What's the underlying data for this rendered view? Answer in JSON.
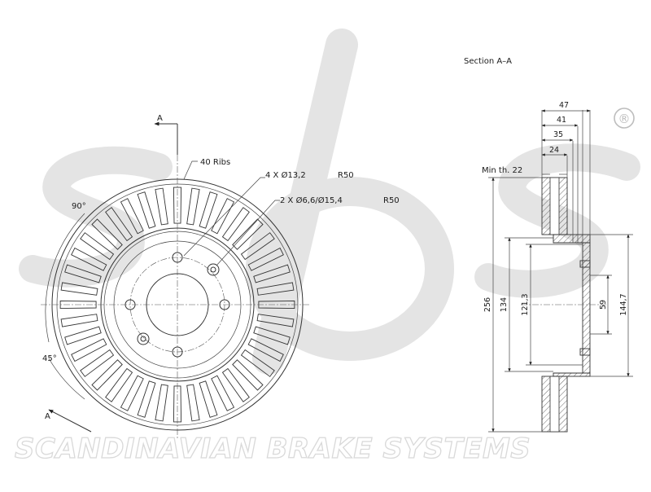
{
  "watermark": {
    "logo": "sbs",
    "registered_mark": "®",
    "company_line": "SCANDINAVIAN BRAKE SYSTEMS"
  },
  "section_title": "Section A–A",
  "front_view": {
    "section_marker_top": "A",
    "section_marker_bottom": "A",
    "angle_top": "90°",
    "angle_bottom": "45°",
    "ribs_label": "40 Ribs",
    "bolt_holes_label": "4 X Ø13,2",
    "bolt_holes_radius": "R50",
    "small_holes_label": "2 X Ø6,6/Ø15,4",
    "small_holes_radius": "R50"
  },
  "section_view": {
    "min_thickness_label": "Min th. 22",
    "dims_top": [
      "47",
      "41",
      "35",
      "24"
    ],
    "dims_left": [
      "256",
      "134",
      "121,3"
    ],
    "dims_right": [
      "59",
      "144,7"
    ]
  }
}
